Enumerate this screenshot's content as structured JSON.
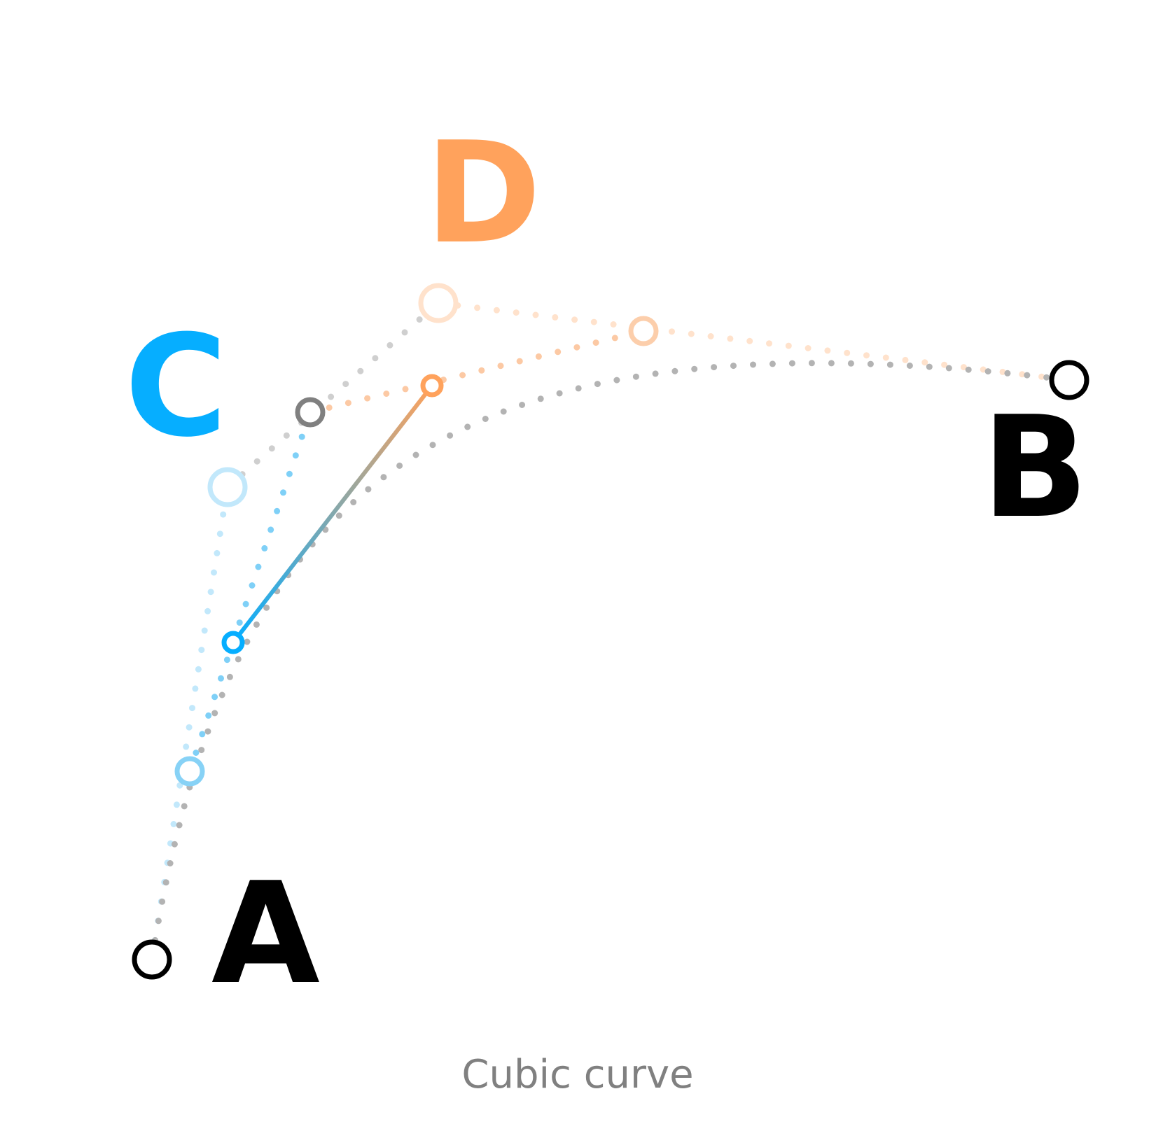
{
  "diagram": {
    "caption": "Cubic curve",
    "labels": {
      "a": "A",
      "b": "B",
      "c": "C",
      "d": "D"
    },
    "colors": {
      "black": "#000000",
      "blue": "#06aeff",
      "orange": "#ffa25c",
      "gray": "#888888",
      "caption": "#808080"
    }
  }
}
